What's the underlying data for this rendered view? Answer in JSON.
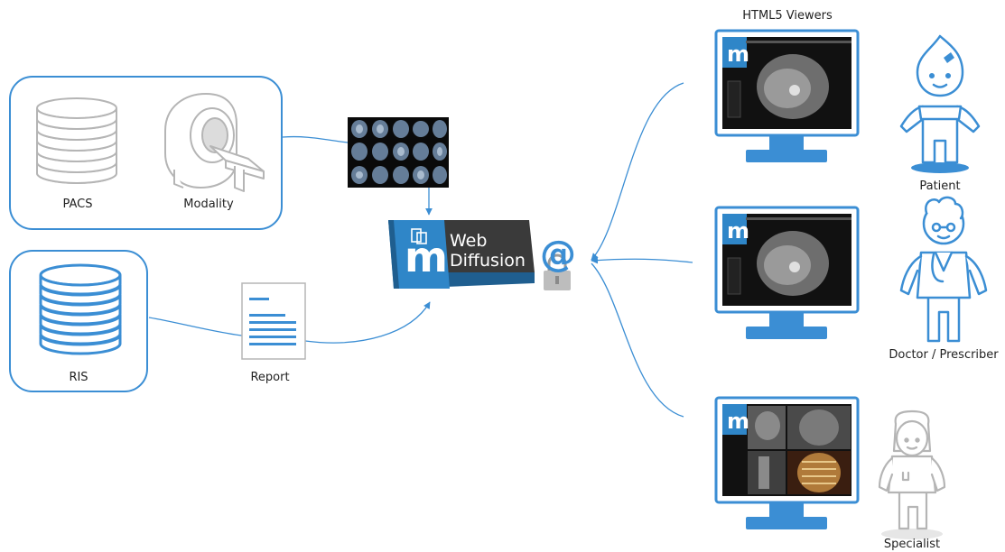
{
  "viewers_title": "HTML5 Viewers",
  "sources": {
    "pacs_label": "PACS",
    "modality_label": "Modality",
    "ris_label": "RIS",
    "report_label": "Report"
  },
  "hub": {
    "brand_letter": "m",
    "name_line1": "Web",
    "name_line2": "Diffusion",
    "secure_symbol": "@"
  },
  "users": {
    "patient_label": "Patient",
    "doctor_label": "Doctor / Prescriber",
    "specialist_label": "Specialist"
  },
  "colors": {
    "accent": "#3b8ed4",
    "logo_blue": "#2f86c8",
    "dark_panel": "#3a3a3a",
    "gray": "#bdbdbd"
  }
}
